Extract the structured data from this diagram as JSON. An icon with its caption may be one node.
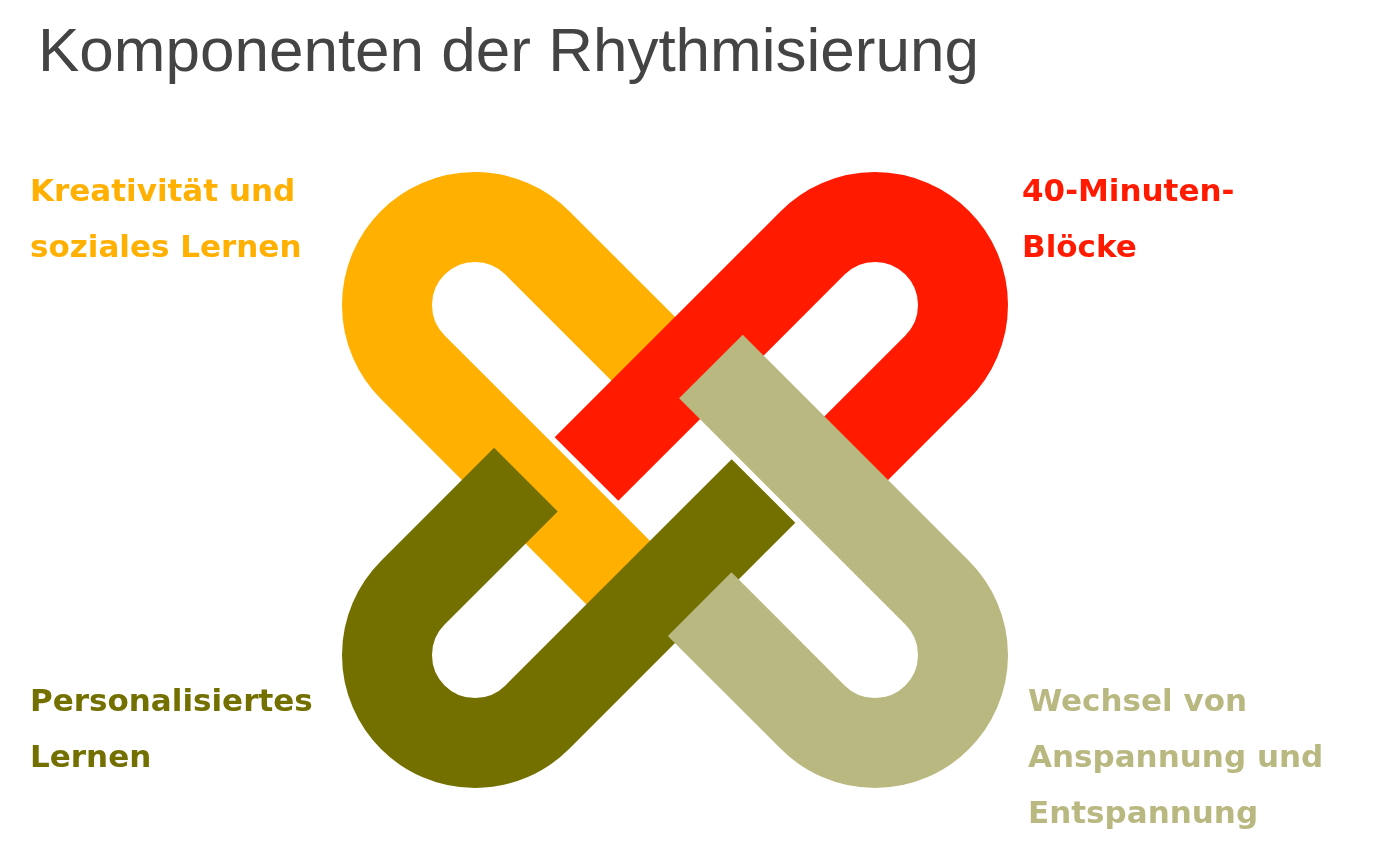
{
  "diagram": {
    "title": "Komponenten der Rhythmisierung",
    "labels": [
      "Kreativität und soziales Lernen",
      "40-Minuten-Blöcke",
      "Personalisiertes Lernen",
      "Wechsel von Anspannung und Entspannung"
    ]
  }
}
